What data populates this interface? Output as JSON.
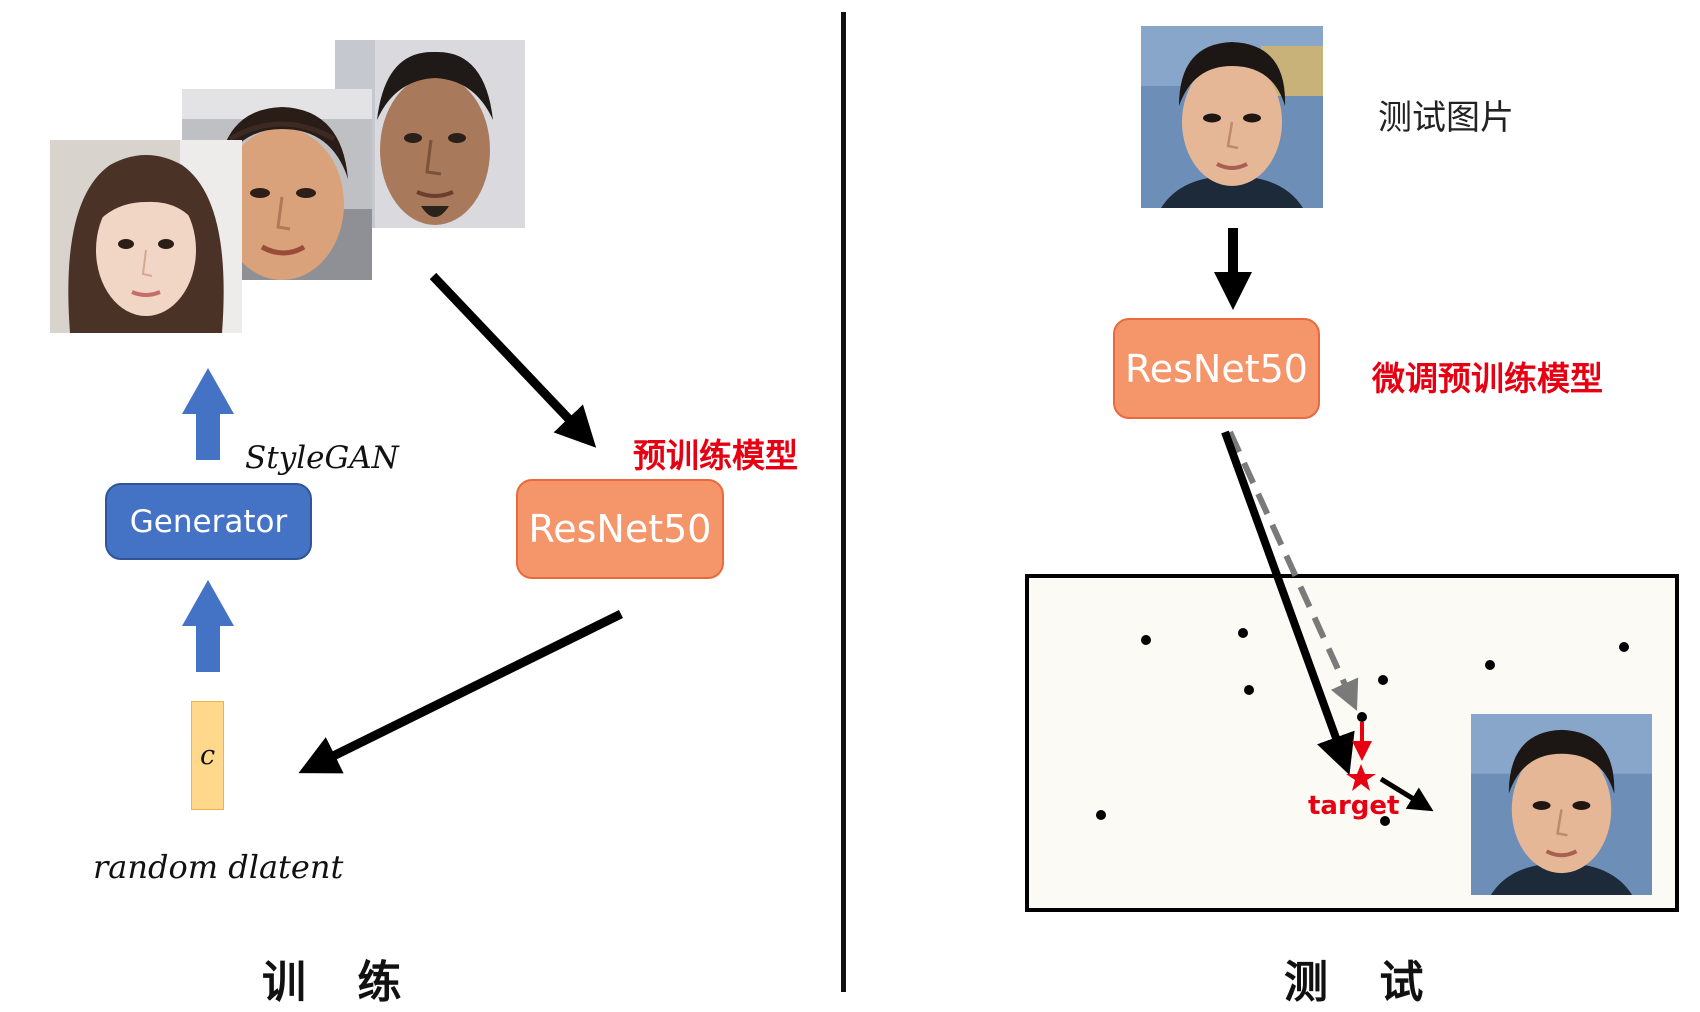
{
  "left": {
    "faces": [
      "face-woman-long-hair",
      "face-woman-headband",
      "face-man-goatee"
    ],
    "generator_label": "Generator",
    "stylegan_label": "StyleGAN",
    "latent_symbol": "c",
    "latent_caption": "random dlatent",
    "model_label": "ResNet50",
    "pretrained_caption": "预训练模型",
    "section_title": "训 练"
  },
  "right": {
    "test_image_caption": "测试图片",
    "model_label": "ResNet50",
    "finetuned_caption": "微调预训练模型",
    "target_label": "target",
    "section_title": "测 试"
  },
  "colors": {
    "generator_fill": "#4472C4",
    "model_fill": "#F4966A",
    "latent_fill": "#FFD88C",
    "blue_arrow": "#4472C4",
    "red_text": "#E60012",
    "panel_fill": "#FCFAF5"
  },
  "icons": [
    "arrow-up-icon",
    "arrow-down-icon",
    "star-icon",
    "dashed-arrow-icon"
  ]
}
